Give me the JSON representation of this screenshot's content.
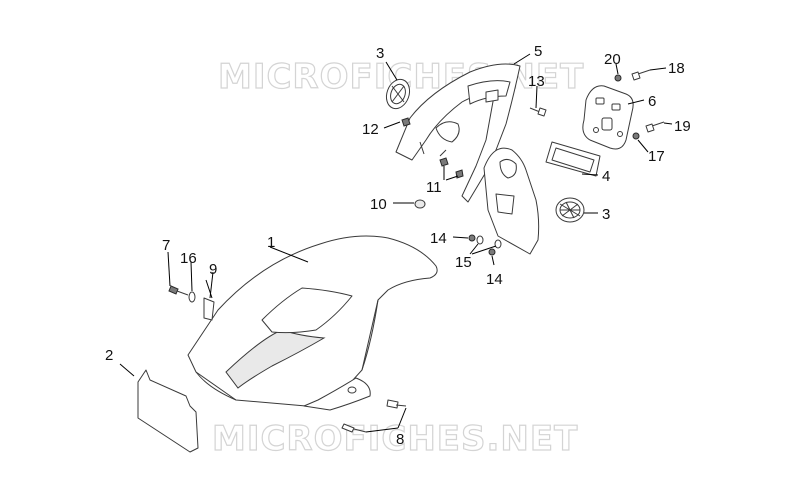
{
  "watermark": {
    "top": "MICROFICHES.NET",
    "bottom": "MICROFICHES.NET"
  },
  "callouts": {
    "c1": "1",
    "c2": "2",
    "c3a": "3",
    "c3b": "3",
    "c4": "4",
    "c5": "5",
    "c6": "6",
    "c7": "7",
    "c8": "8",
    "c9": "9",
    "c10": "10",
    "c11": "11",
    "c12": "12",
    "c13": "13",
    "c14a": "14",
    "c14b": "14",
    "c15": "15",
    "c16": "16",
    "c17": "17",
    "c18": "18",
    "c19": "19",
    "c20": "20"
  }
}
